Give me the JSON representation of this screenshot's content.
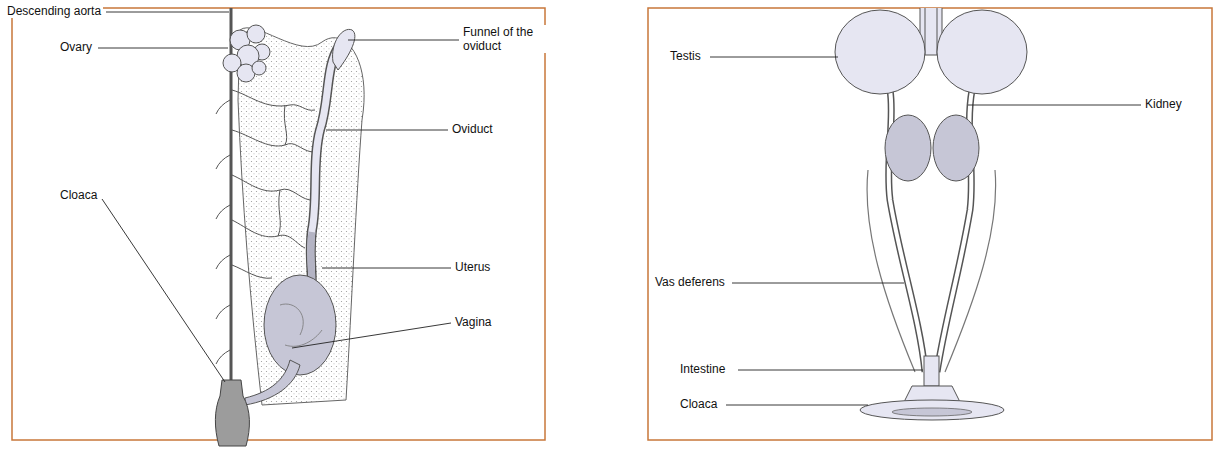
{
  "diagram": {
    "labels": [
      "Descending aorta",
      "Ovary",
      "Funnel of the oviduct",
      "Oviduct",
      "Cloaca",
      "Uterus",
      "Vagina",
      "Testis",
      "Kidney",
      "Vas deferens",
      "Intestine",
      "Cloaca"
    ]
  }
}
